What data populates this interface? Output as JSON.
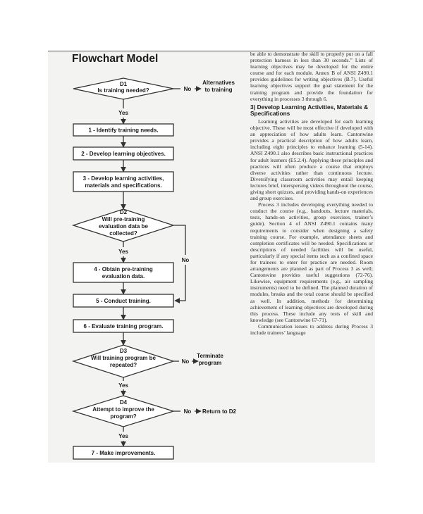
{
  "flowchart": {
    "title": "Flowchart Model",
    "d1_id": "D1",
    "d1_text": "Is training needed?",
    "no_label": "No",
    "yes_label": "Yes",
    "alt_line1": "Alternatives",
    "alt_line2": "to training",
    "step1": "1 - Identify training needs.",
    "step2": "2 - Develop learning objectives.",
    "step3_line1": "3 - Develop learning activities,",
    "step3_line2": "materials and specifications.",
    "d2_id": "D2",
    "d2_line1": "Will pre-training",
    "d2_line2": "evaluation data be",
    "d2_line3": "collected?",
    "step4_line1": "4 - Obtain pre-training",
    "step4_line2": "evaluation data.",
    "step5": "5 - Conduct training.",
    "step6": "6 - Evaluate training program.",
    "d3_id": "D3",
    "d3_line1": "Will training program be",
    "d3_line2": "repeated?",
    "terminate_line1": "Terminate",
    "terminate_line2": "program",
    "d4_id": "D4",
    "d4_line1": "Attempt to improve the",
    "d4_line2": "program?",
    "return_d2": "Return to D2",
    "step7": "7 - Make improvements."
  },
  "column": {
    "para1": "be able to demonstrate the skill to properly put on a fall protection harness in less than 30 seconds.” Lists of learning objectives may be developed for the entire course and for each module. Annex B of ANSI Z490.1 provides guidelines for writing objectives (B.7). Useful learning objectives support the goal statement for the training program and provide the foundation for everything in processes 3 through 6.",
    "heading": "3) Develop Learning Activities, Materials & Specifications",
    "para2": "Learning activities are developed for each learning objective. These will be most effective if developed with an appreciation of how adults learn. Cantonwine provides a practical description of how adults learn, including eight principles to enhance learning (5-14). ANSI Z490.1 also describes basic instructional practices for adult learners (E5.2.4). Applying these principles and practices will often produce a course that employs diverse activities rather than continuous lecture. Diversifying classroom activities may entail keeping lectures brief, interspersing videos throughout the course, giving short quizzes, and providing hands-on experiences and group exercises.",
    "para3": "Process 3 includes developing everything needed to conduct the course (e.g., handouts, lecture materials, tests, hands-on activities, group exercises, trainer’s guide). Section 4 of ANSI Z490.1 contains many requirements to consider when designing a safety training course. For example, attendance sheets and completion certificates will be needed. Specifications or descriptions of needed facilities will be useful, particularly if any special items such as a confined space for trainees to enter for practice are needed. Room arrangements are planned as part of Process 3 as well; Cantonwine provides useful suggestions (72-76). Likewise, equipment requirements (e.g., air sampling instruments) need to be defined. The planned duration of modules, breaks and the total course should be specified as well. In addition, methods for determining achievement of learning objectives are developed during this process. These include any tests of skill and knowledge (see Cantonwine 67-71).",
    "para4": "Communication issues to address during Process 3 include trainees’ language"
  }
}
